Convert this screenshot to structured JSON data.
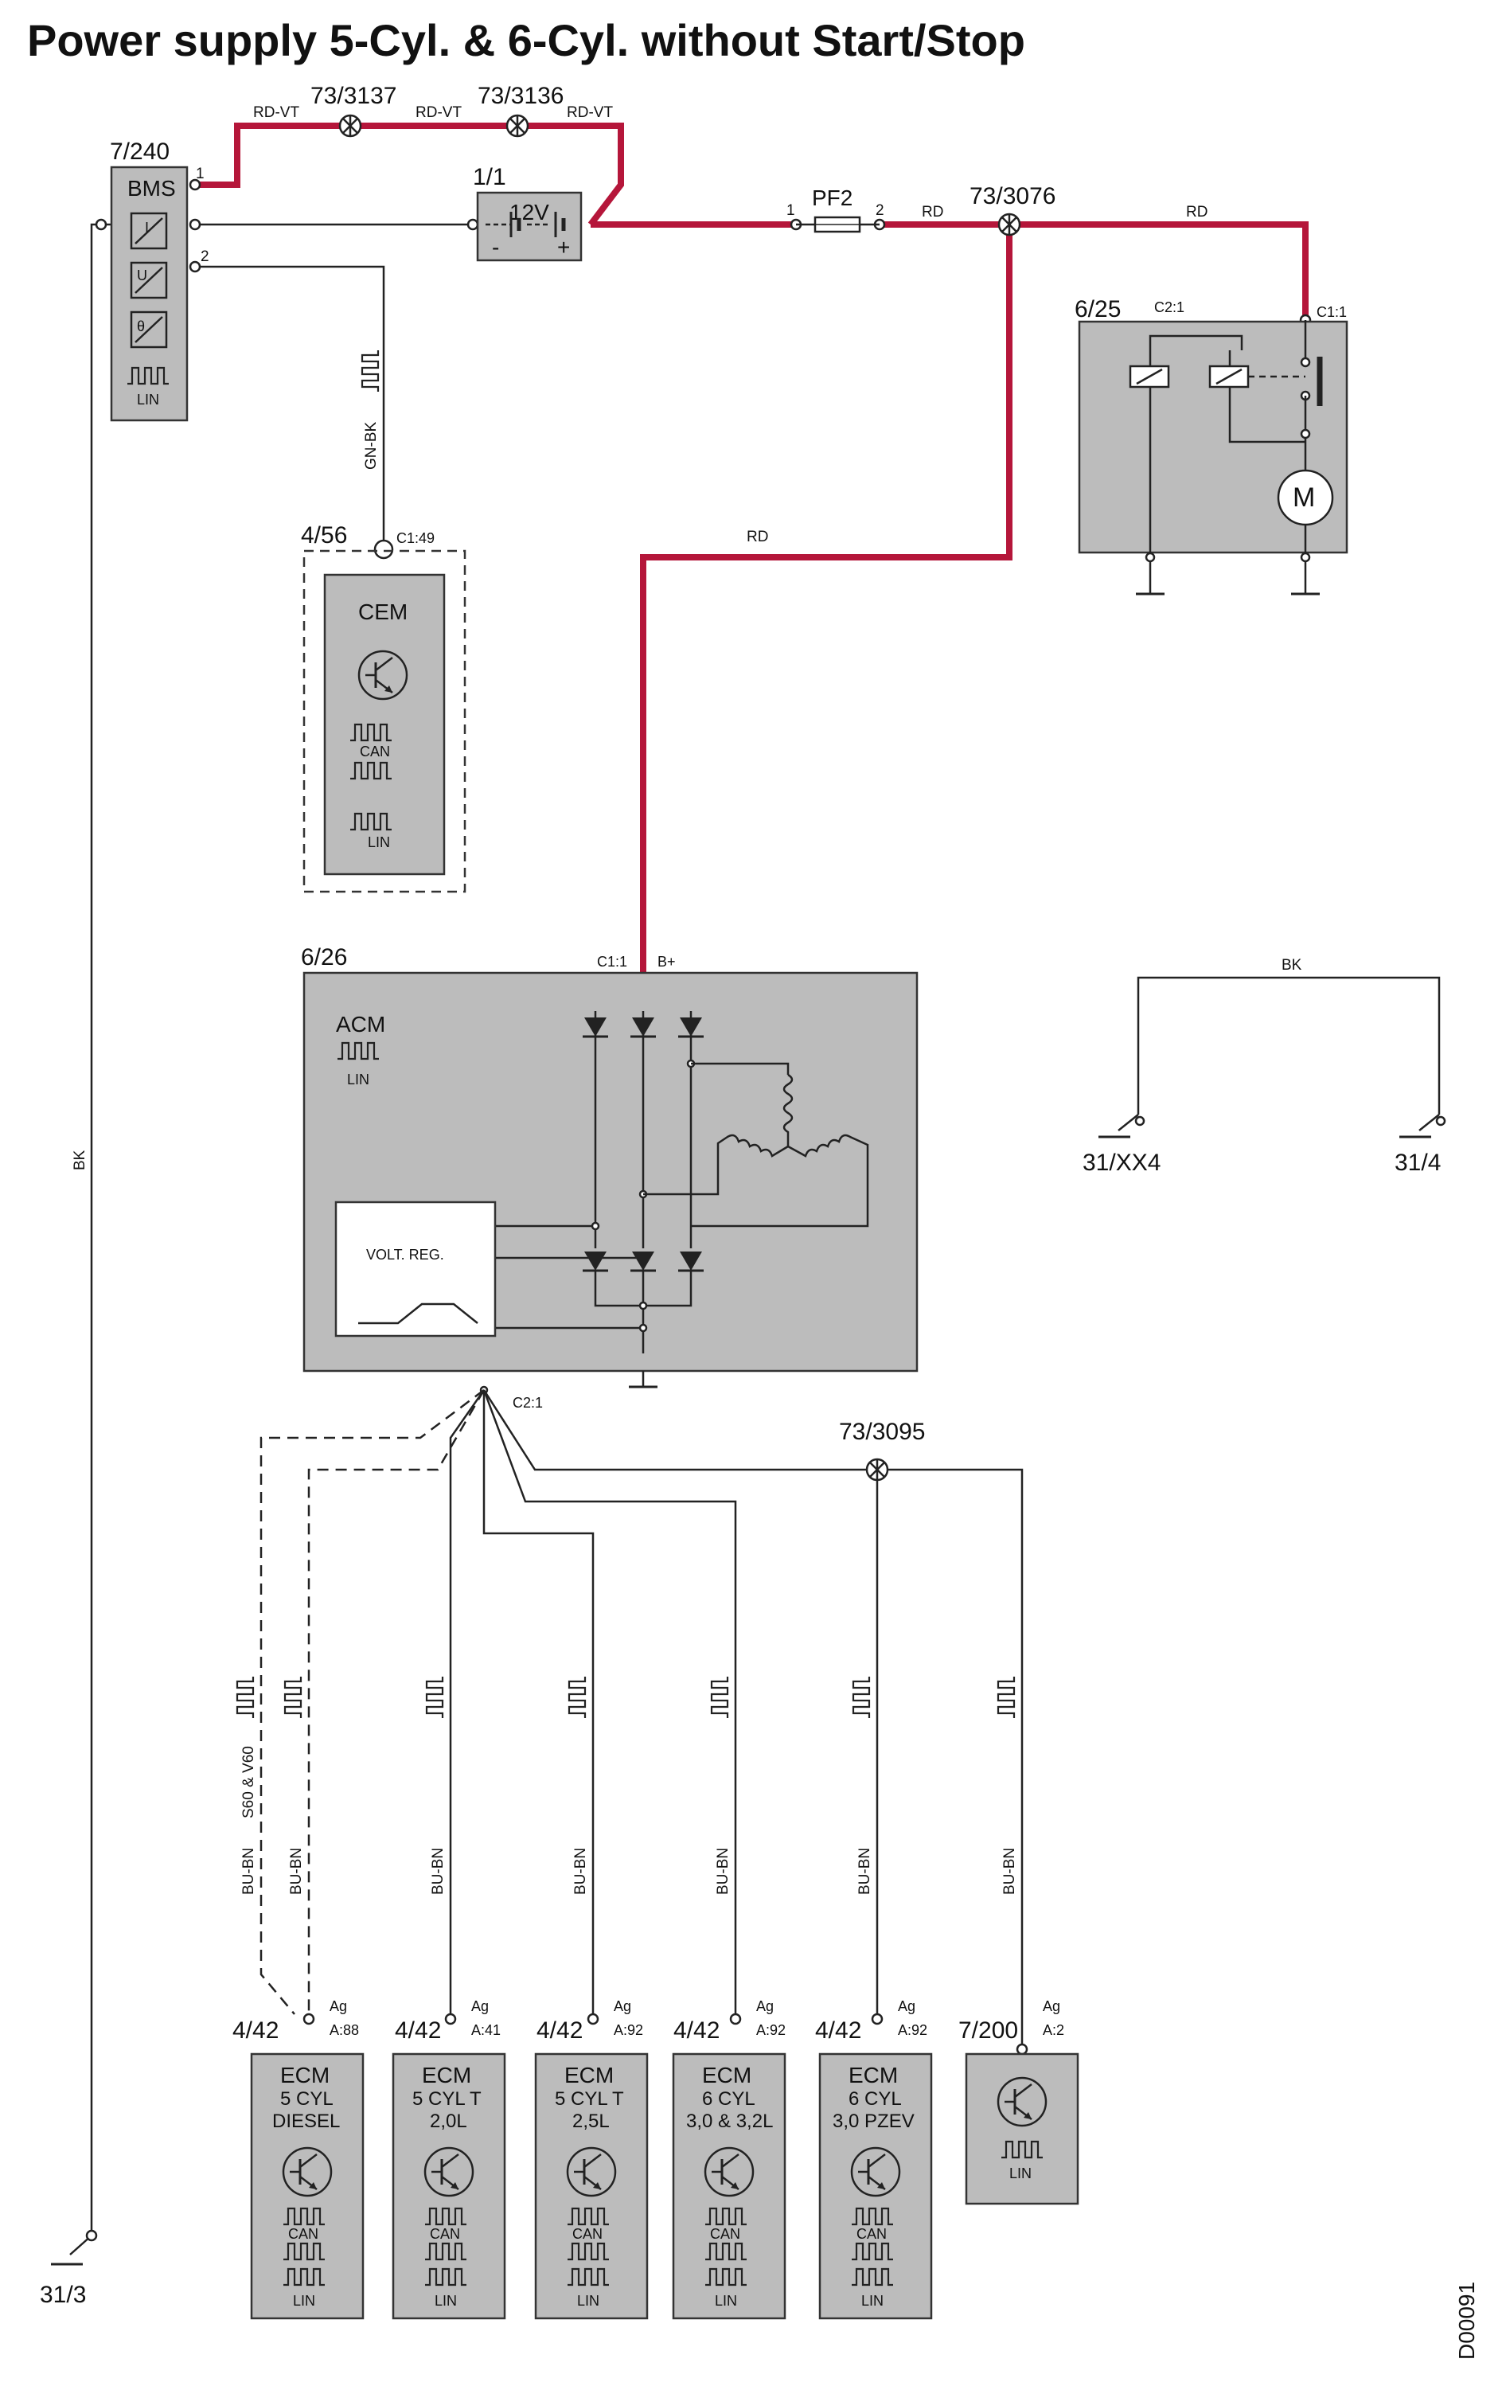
{
  "title": "Power supply 5-Cyl. & 6-Cyl. without Start/Stop",
  "image_code": "D00091",
  "wire_colors": {
    "red_highlight": "#b5163a",
    "component_fill": "#bcbcbc"
  },
  "splices": {
    "s3137": "73/3137",
    "s3136": "73/3136",
    "s3076": "73/3076",
    "s3095": "73/3095"
  },
  "wires": {
    "rdvt_1": "RD-VT",
    "rdvt_2": "RD-VT",
    "rdvt_3": "RD-VT",
    "rd_1": "RD",
    "rd_2": "RD",
    "rd_3": "RD",
    "gnbk": "GN-BK",
    "bk_left": "BK",
    "bk_right": "BK",
    "bubn": "BU-BN",
    "variant": "S60 & V60"
  },
  "bms": {
    "ref": "7/240",
    "label": "BMS",
    "pin1": "1",
    "pin2": "2",
    "lin": "LIN",
    "icons": [
      "current-sensor-icon",
      "voltage-sensor-icon",
      "temperature-sensor-icon"
    ]
  },
  "battery": {
    "ref": "1/1",
    "label": "12V",
    "minus": "-",
    "plus": "+"
  },
  "fuse": {
    "label": "PF2",
    "pin1": "1",
    "pin2": "2"
  },
  "starter": {
    "ref": "6/25",
    "c2": "C2:1",
    "c1": "C1:1",
    "motor": "M"
  },
  "cem": {
    "ref": "4/56",
    "pin": "C1:49",
    "label": "CEM",
    "can": "CAN",
    "lin": "LIN"
  },
  "acm": {
    "ref": "6/26",
    "c1": "C1:1",
    "bplus": "B+",
    "label": "ACM",
    "lin": "LIN",
    "regulator": "VOLT. REG.",
    "c2": "C2:1"
  },
  "grounds": {
    "g1": "31/XX4",
    "g2": "31/4",
    "g3": "31/3"
  },
  "ecms": [
    {
      "ref": "4/42",
      "pin_a": "Ag",
      "pin_b": "A:88",
      "l1": "ECM",
      "l2": "5 CYL",
      "l3": "DIESEL",
      "can": "CAN",
      "lin": "LIN"
    },
    {
      "ref": "4/42",
      "pin_a": "Ag",
      "pin_b": "A:41",
      "l1": "ECM",
      "l2": "5 CYL T",
      "l3": "2,0L",
      "can": "CAN",
      "lin": "LIN"
    },
    {
      "ref": "4/42",
      "pin_a": "Ag",
      "pin_b": "A:92",
      "l1": "ECM",
      "l2": "5 CYL T",
      "l3": "2,5L",
      "can": "CAN",
      "lin": "LIN"
    },
    {
      "ref": "4/42",
      "pin_a": "Ag",
      "pin_b": "A:92",
      "l1": "ECM",
      "l2": "6 CYL",
      "l3": "3,0 & 3,2L",
      "can": "CAN",
      "lin": "LIN"
    },
    {
      "ref": "4/42",
      "pin_a": "Ag",
      "pin_b": "A:92",
      "l1": "ECM",
      "l2": "6 CYL",
      "l3": "3,0 PZEV",
      "can": "CAN",
      "lin": "LIN"
    }
  ],
  "module7200": {
    "ref": "7/200",
    "pin_a": "Ag",
    "pin_b": "A:2",
    "lin": "LIN"
  }
}
